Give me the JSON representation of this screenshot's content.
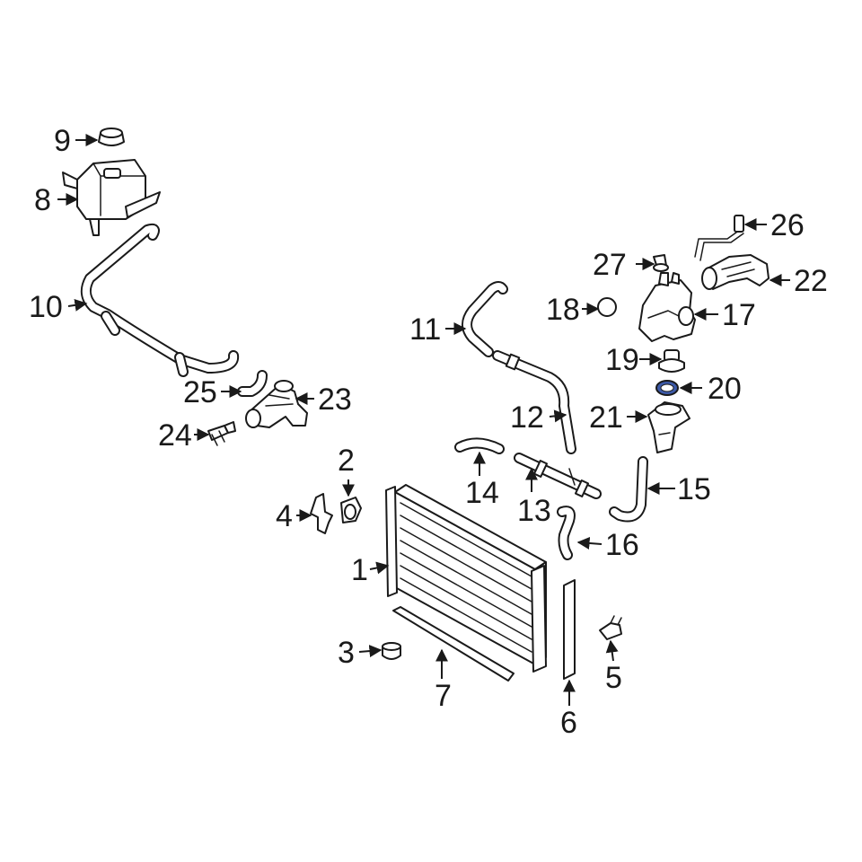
{
  "highlight_color": "#3d5aa8",
  "callouts": {
    "c1": "1",
    "c2": "2",
    "c3": "3",
    "c4": "4",
    "c5": "5",
    "c6": "6",
    "c7": "7",
    "c8": "8",
    "c9": "9",
    "c10": "10",
    "c11": "11",
    "c12": "12",
    "c13": "13",
    "c14": "14",
    "c15": "15",
    "c16": "16",
    "c17": "17",
    "c18": "18",
    "c19": "19",
    "c20": "20",
    "c21": "21",
    "c22": "22",
    "c23": "23",
    "c24": "24",
    "c25": "25",
    "c26": "26",
    "c27": "27"
  }
}
